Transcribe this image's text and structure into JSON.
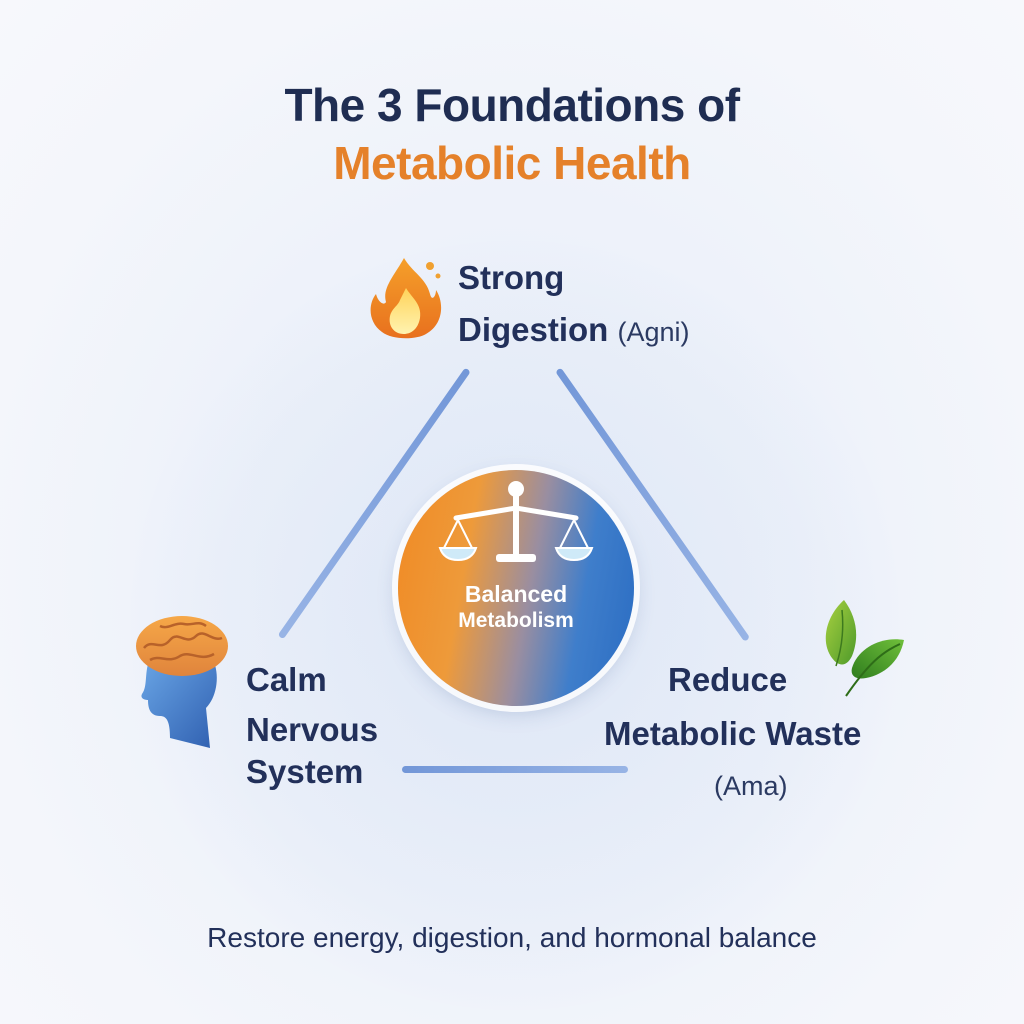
{
  "title": {
    "line1": "The 3 Foundations of",
    "line2": "Metabolic Health"
  },
  "nodes": {
    "top": {
      "icon": "fire-icon",
      "title_line1": "Strong",
      "title_line2": "Digestion",
      "subtitle": "(Agni)"
    },
    "left": {
      "icon": "brain-head-icon",
      "title_line1": "Calm",
      "title_line2": "Nervous",
      "title_line3": "System"
    },
    "right": {
      "icon": "leaves-icon",
      "title_line1": "Reduce",
      "title_line2": "Metabolic Waste",
      "subtitle": "(Ama)"
    }
  },
  "center": {
    "icon": "balance-scale-icon",
    "label_line1": "Balanced",
    "label_line2": "Metabolism"
  },
  "footer": "Restore energy, digestion, and hormonal balance",
  "colors": {
    "navy": "#1f2d52",
    "orange": "#e5812a",
    "edge_blue": "#6c92d6"
  }
}
